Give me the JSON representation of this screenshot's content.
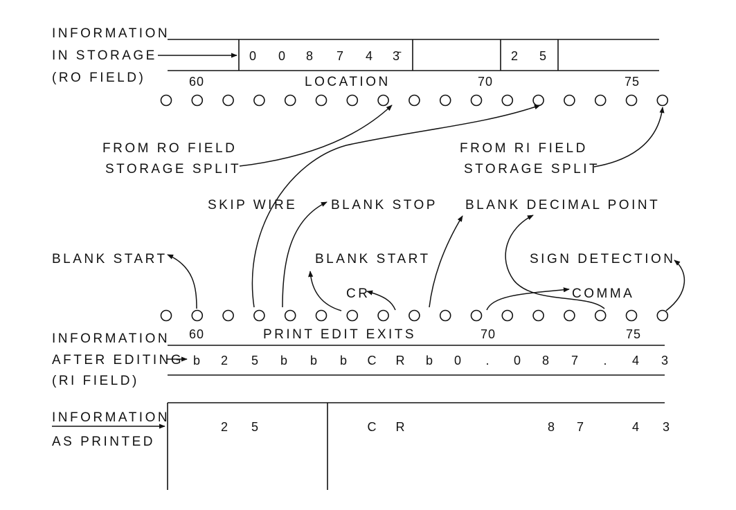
{
  "storage": {
    "label_lines": [
      "INFORMATION",
      "IN STORAGE",
      "(RO FIELD)"
    ],
    "box1_digits": [
      "0",
      "0",
      "8",
      "7",
      "4",
      "3̄"
    ],
    "box3_digits": [
      "2",
      "5"
    ],
    "scale_60": "60",
    "scale_location": "LOCATION",
    "scale_70": "70",
    "scale_75": "75"
  },
  "hub_rows": {
    "upper_count": 17,
    "lower_count": 17
  },
  "labels": {
    "from_ro_field": [
      "FROM RO FIELD",
      "STORAGE SPLIT"
    ],
    "from_ri_field": [
      "FROM RI FIELD",
      "STORAGE SPLIT"
    ],
    "skip_wire": "SKIP WIRE",
    "blank_stop": "BLANK STOP",
    "blank_decimal_point": "BLANK DECIMAL POINT",
    "blank_start_left": "BLANK START",
    "blank_start_mid": "BLANK START",
    "sign_detection": "SIGN DETECTION",
    "cr": "CR",
    "comma": "COMMA"
  },
  "after_editing": {
    "label_lines": [
      "INFORMATION",
      "AFTER EDITING",
      "(RI FIELD)"
    ],
    "scale_60": "60",
    "scale_print_edit_exits": "PRINT EDIT EXITS",
    "scale_70": "70",
    "scale_75": "75",
    "chars": [
      "b",
      "2",
      "5",
      "b",
      "b",
      "b",
      "C",
      "R",
      "b",
      "0",
      ".",
      "0",
      "8",
      "7",
      ".",
      "4",
      "3"
    ]
  },
  "printed": {
    "label_lines": [
      "INFORMATION",
      "AS PRINTED"
    ],
    "chars": [
      "2",
      "5",
      "C",
      "R",
      "8",
      "7",
      "4",
      "3"
    ]
  }
}
